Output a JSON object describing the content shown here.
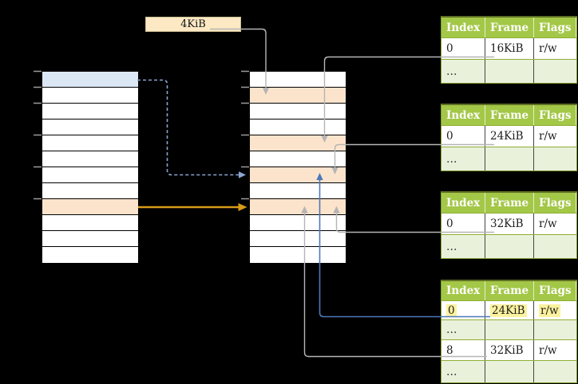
{
  "colors": {
    "background": "#000000",
    "virtual_row_blue": "#DCE7F5",
    "page_row_orange": "#FCE4CC",
    "label_box_fill": "#FCE9C4",
    "table_header_green": "#A3C747",
    "table_row_light_green": "#EAF1DB",
    "table_border_green": "#8FAE35",
    "highlight_yellow": "#FBF29E",
    "connector_gray": "#B5B5B5",
    "connector_blue": "#4D77BA",
    "connector_dashed_blue": "#8BA6D2",
    "connector_gold": "#D79B18",
    "tick_gray": "#9C9C9C"
  },
  "page_size_label": "4KiB",
  "page_tables": [
    {
      "columns": [
        "Index",
        "Frame",
        "Flags"
      ],
      "rows": [
        {
          "index": "0",
          "frame": "16KiB",
          "flags": "r/w"
        },
        {
          "index": "…",
          "frame": "",
          "flags": ""
        }
      ]
    },
    {
      "columns": [
        "Index",
        "Frame",
        "Flags"
      ],
      "rows": [
        {
          "index": "0",
          "frame": "24KiB",
          "flags": "r/w"
        },
        {
          "index": "…",
          "frame": "",
          "flags": ""
        }
      ]
    },
    {
      "columns": [
        "Index",
        "Frame",
        "Flags"
      ],
      "rows": [
        {
          "index": "0",
          "frame": "32KiB",
          "flags": "r/w"
        },
        {
          "index": "…",
          "frame": "",
          "flags": ""
        }
      ]
    },
    {
      "columns": [
        "Index",
        "Frame",
        "Flags"
      ],
      "rows": [
        {
          "index": "0",
          "frame": "24KiB",
          "flags": "r/w",
          "highlighted": true
        },
        {
          "index": "…",
          "frame": "",
          "flags": ""
        },
        {
          "index": "8",
          "frame": "32KiB",
          "flags": "r/w"
        },
        {
          "index": "…",
          "frame": "",
          "flags": ""
        }
      ]
    }
  ]
}
